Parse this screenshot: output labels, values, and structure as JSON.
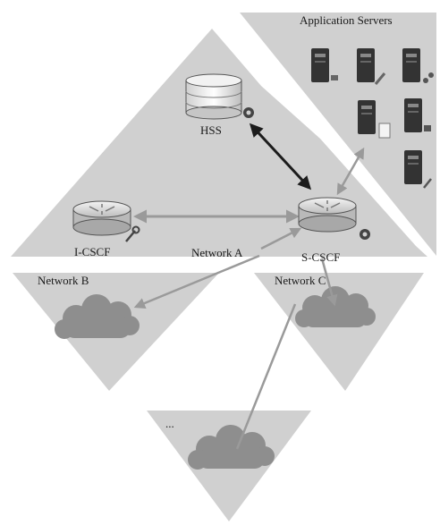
{
  "regions": {
    "application_servers": "Application Servers",
    "network_a": "Network A",
    "network_b": "Network B",
    "network_c": "Network C",
    "network_more": "..."
  },
  "nodes": {
    "hss": "HSS",
    "icscf": "I-CSCF",
    "scscf": "S-CSCF"
  },
  "colors": {
    "region_fill": "#d0d0d0",
    "cloud_fill": "#8e8e8e",
    "arrow_gray": "#9a9a9a",
    "arrow_dark": "#1c1c1c"
  }
}
